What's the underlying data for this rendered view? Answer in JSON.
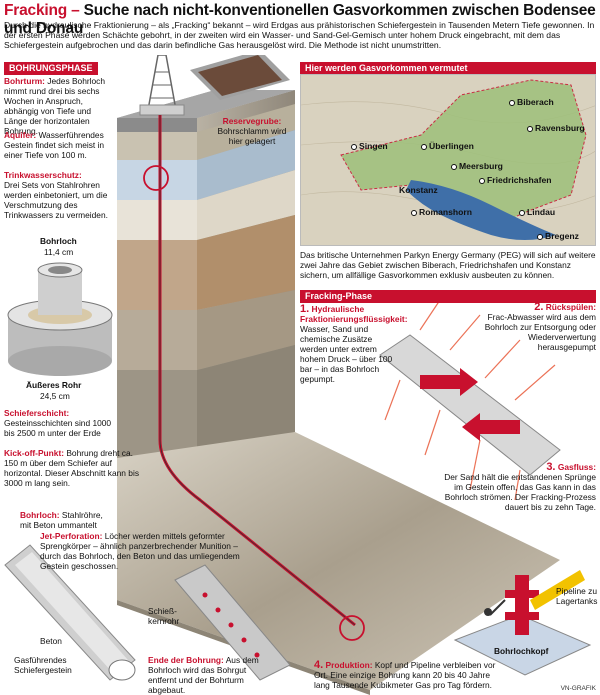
{
  "header": {
    "title_lead": "Fracking –",
    "title_rest": "Suche nach nicht-konventionellen Gasvorkommen zwischen Bodensee und Donau",
    "intro": "Durch die hydraulische Fraktionierung – als „Fracking“ bekannt – wird Erdgas aus prähistorischen Schiefergestein in Tausenden Metern Tiefe gewonnen. In der ersten Phase werden Schächte gebohrt, in der zweiten wird ein Wasser- und Sand-Gel-Gemisch unter hohem Druck eingebracht, mit dem das Schiefergestein aufgebrochen und das darin befindliche Gas herausgelöst wird. Die Methode ist nicht unumstritten."
  },
  "sections": {
    "bohrungsphase": "BOHRUNGSPHASE",
    "map_title": "Hier werden Gasvorkommen vermutet",
    "fracking_phase": "Fracking-Phase"
  },
  "left_labels": {
    "bohrturm_head": "Bohrturm:",
    "bohrturm_body": "Jedes Bohrloch nimmt rund drei bis sechs Wochen in Anspruch, abhängig von Tiefe und Länge der horizontalen Bohrung.",
    "aquifer_head": "Aquifer:",
    "aquifer_body": "Wasserführendes Gestein findet sich meist in einer Tiefe von 100 m.",
    "trinkwasser_head": "Trinkwasserschutz:",
    "trinkwasser_body": "Drei Sets von Stahlrohren werden einbetoniert, um die Verschmutzung des Trinkwassers zu vermeiden.",
    "bohrloch": "Bohrloch",
    "bohrloch_size": "11,4 cm",
    "aeusseres_rohr": "Äußeres Rohr",
    "aeusseres_size": "24,5 cm",
    "schiefer_head": "Schieferschicht:",
    "schiefer_body": "Gesteinsschichten sind 1000 bis 2500 m unter der Erde",
    "kickoff_head": "Kick-off-Punkt:",
    "kickoff_body": "Bohrung dreht ca. 150 m über dem Schiefer auf horizontal. Dieser Abschnitt kann bis 3000 m lang sein."
  },
  "reservegrube": {
    "head": "Reservegrube:",
    "body": "Bohrschlamm wird hier gelagert"
  },
  "bottom_left": {
    "bohrloch_head": "Bohrloch:",
    "bohrloch_body": "Stahlröhre, mit Beton ummantelt",
    "jet_head": "Jet-Perforation:",
    "jet_body": "Löcher werden mittels geformter Sprengkörper – ähnlich panzerbrechender Munition – durch das Bohrloch, den Beton und das umliegendem Gestein geschossen.",
    "beton": "Beton",
    "gas_schiefer": "Gasführendes Schiefergestein",
    "schiesskern": "Schieß-kernrohr",
    "ende_head": "Ende der Bohrung:",
    "ende_body": "Aus dem Bohrloch wird das Bohrgut entfernt und der Bohrturm abgebaut."
  },
  "map": {
    "towns": [
      "Biberach",
      "Ravensburg",
      "Singen",
      "Überlingen",
      "Meersburg",
      "Friedrichshafen",
      "Konstanz",
      "Lindau",
      "Romanshorn",
      "Bregenz"
    ],
    "caption": "Das britische Unternehmen Parkyn Energy Germany (PEG) will sich auf weitere zwei Jahre das Gebiet zwischen Biberach, Friedrichshafen und Konstanz sichern, um allfällige Gasvorkommen exklusiv ausbeuten zu können."
  },
  "steps": {
    "s1_num": "1.",
    "s1_head": "Hydraulische Fraktionierungsflüssigkeit:",
    "s1_body": "Wasser, Sand und chemische Zusätze werden unter extrem hohem Druck – über 100 bar – in das Bohrloch gepumpt.",
    "s2_num": "2.",
    "s2_head": "Rückspülen:",
    "s2_body": "Frac-Abwasser wird aus dem Bohrloch zur Entsorgung oder Wiederverwertung herausgepumpt",
    "s3_num": "3.",
    "s3_head": "Gasfluss:",
    "s3_body": "Der Sand hält die entstandenen Sprünge im Gestein offen, das Gas kann in das Bohrloch strömen. Der Fracking-Prozess dauert bis zu zehn Tage.",
    "s4_num": "4.",
    "s4_head": "Produktion:",
    "s4_body": "Kopf und Pipeline verbleiben vor Ort. Eine einzige Bohrung kann 20 bis 40 Jahre lang Tausende Kubikmeter Gas pro Tag fördern.",
    "pipeline": "Pipeline zu Lagertanks",
    "bohrlochkopf": "Bohrlochkopf"
  },
  "credit": "VN-GRAFIK",
  "colors": {
    "accent": "#c8102e",
    "lake": "#3f6fa8",
    "map_green": "#9ec07a"
  }
}
